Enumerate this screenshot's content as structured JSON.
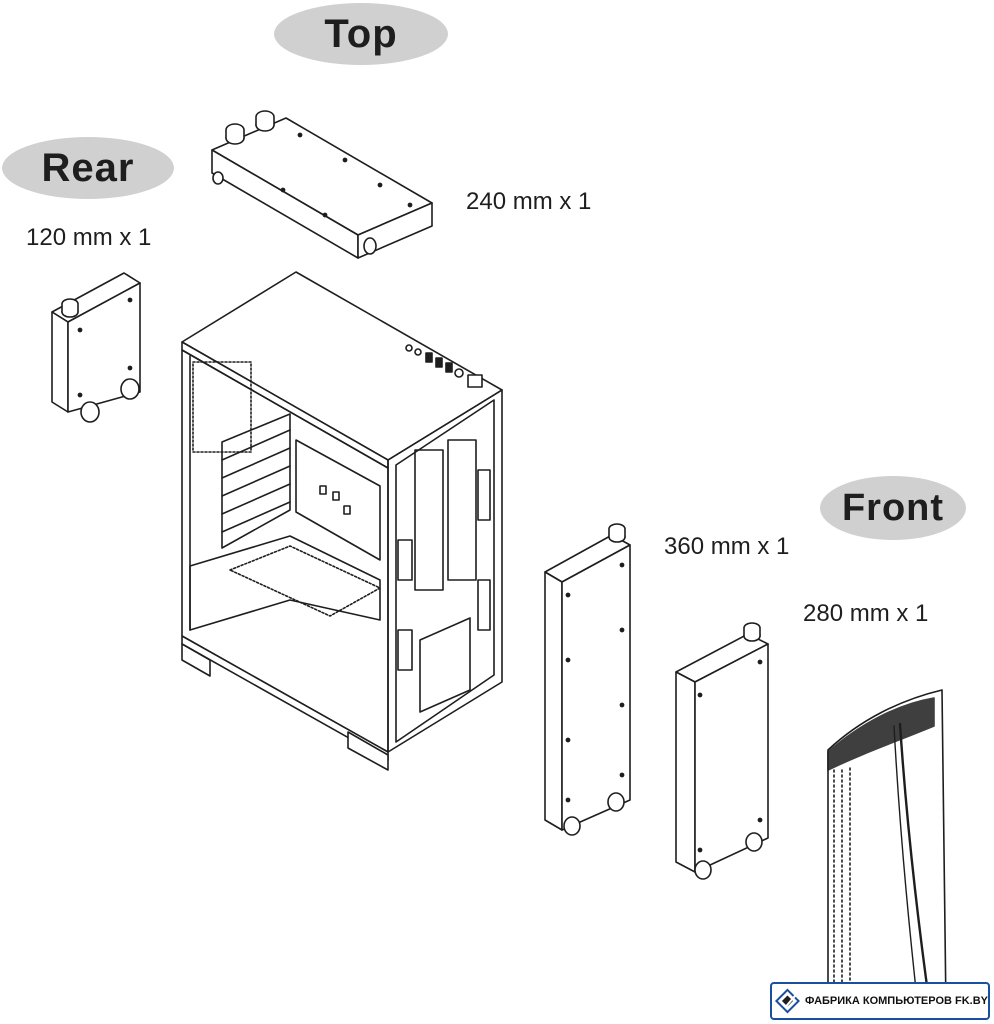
{
  "labels": {
    "top": "Top",
    "rear": "Rear",
    "front": "Front"
  },
  "sizes": {
    "top": "240 mm x 1",
    "rear": "120 mm x 1",
    "front_360": "360 mm x 1",
    "front_280": "280 mm x 1"
  },
  "watermark": {
    "text": "ФАБРИКА КОМПЬЮТЕРОВ FK.BY"
  },
  "colors": {
    "pill_fill": "#d0d0d0",
    "line": "#1e1e1e",
    "watermark_border": "#1a4fa0"
  }
}
